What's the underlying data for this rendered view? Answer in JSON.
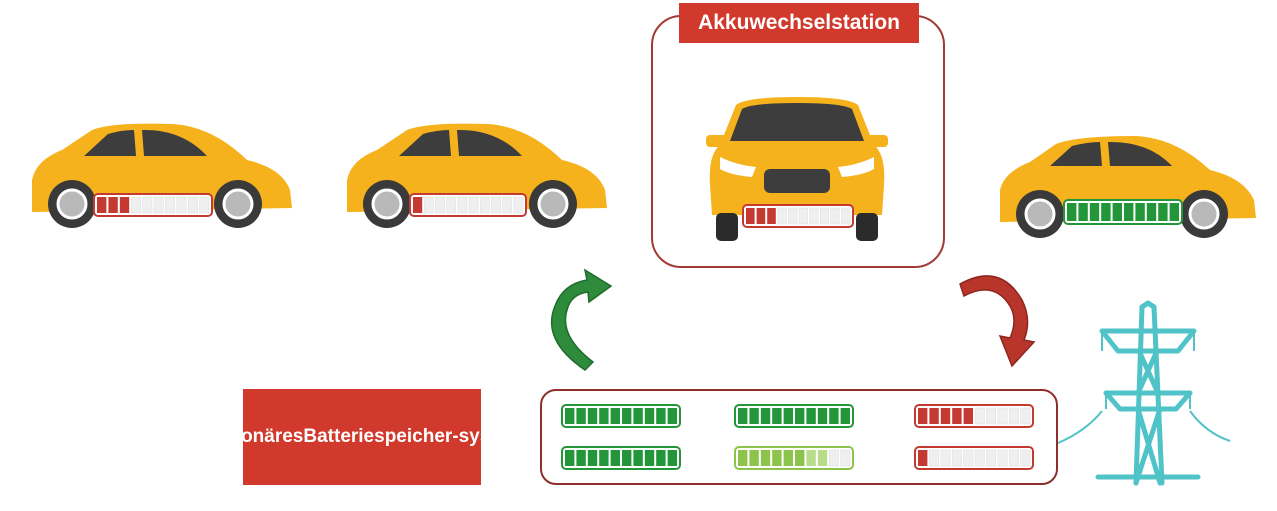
{
  "station": {
    "title": "Akkuwechselstation",
    "vehicle": {
      "charge_cells": 3,
      "total_cells": 10,
      "status": "low"
    }
  },
  "storage_system": {
    "label_lines": [
      "Stationäres",
      "Batteriespeicher-",
      "system"
    ],
    "batteries": [
      {
        "charge_cells": 10,
        "total_cells": 10,
        "status": "full"
      },
      {
        "charge_cells": 10,
        "total_cells": 10,
        "status": "full"
      },
      {
        "charge_cells": 5,
        "total_cells": 10,
        "status": "partial"
      },
      {
        "charge_cells": 10,
        "total_cells": 10,
        "status": "full"
      },
      {
        "charge_cells": 8,
        "total_cells": 10,
        "status": "charging"
      },
      {
        "charge_cells": 1,
        "total_cells": 10,
        "status": "low"
      }
    ]
  },
  "vehicles": [
    {
      "charge_cells": 3,
      "total_cells": 10,
      "status": "low"
    },
    {
      "charge_cells": 1,
      "total_cells": 10,
      "status": "low"
    },
    {
      "charge_cells": 10,
      "total_cells": 10,
      "status": "full"
    }
  ],
  "colors": {
    "car_body": "#f5b21c",
    "car_shadow": "#e39a12",
    "window": "#3d3d3d",
    "wheel": "#3a3a3a",
    "rim": "#b9b9b9",
    "full": "#23963a",
    "charging": "#8cc34a",
    "low": "#c43a33",
    "empty_fill": "#efefef",
    "frame": "#a33a35",
    "label_bg": "#d0392b",
    "arrow_green": "#2e8b3c",
    "arrow_red": "#b8352b",
    "pylon": "#4fc3c8"
  },
  "icons": {
    "transfer_in": "curved-arrow-green-icon",
    "transfer_out": "curved-arrow-red-icon",
    "grid": "power-pylon-icon"
  }
}
